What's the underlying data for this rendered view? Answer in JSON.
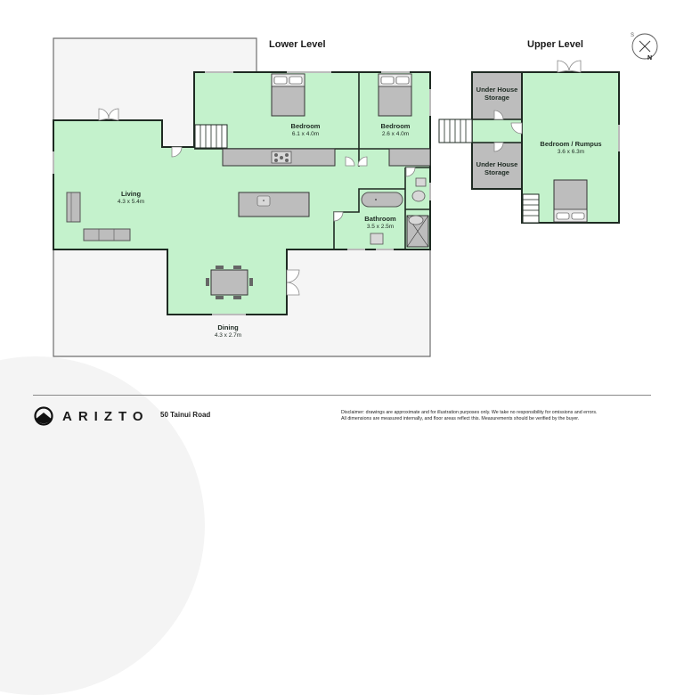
{
  "levels": {
    "lower": {
      "title": "Lower Level"
    },
    "upper": {
      "title": "Upper Level"
    }
  },
  "rooms": {
    "bedroom1": {
      "name": "Bedroom",
      "dims": "6.1 x 4.0m"
    },
    "bedroom2": {
      "name": "Bedroom",
      "dims": "2.6 x 4.0m"
    },
    "living": {
      "name": "Living",
      "dims": "4.3 x 5.4m"
    },
    "bathroom": {
      "name": "Bathroom",
      "dims": "3.5 x 2.5m"
    },
    "dining": {
      "name": "Dining",
      "dims": "4.3 x 2.7m"
    },
    "storage_top": {
      "name_line1": "Under House",
      "name_line2": "Storage"
    },
    "storage_bottom": {
      "name_line1": "Under House",
      "name_line2": "Storage"
    },
    "rumpus": {
      "name": "Bedroom / Rumpus",
      "dims": "3.6 x 6.3m"
    }
  },
  "compass": {
    "north": "N",
    "south": "S"
  },
  "footer": {
    "brand": "ARIZTO",
    "address": "50 Tainui Road",
    "disclaimer_line1": "Disclaimer: drawings are approximate and for illustration purposes only. We take no responsibility for omissions and errors.",
    "disclaimer_line2": "All dimensions are measured internally, and floor areas reflect this. Measurements should be verified by the buyer."
  },
  "colors": {
    "room_fill": "#c4f2cc",
    "deck_fill": "#f5f5f5",
    "storage_fill": "#bdbdbd",
    "fixture_fill": "#bdbdbd",
    "wall": "#1e2a22"
  }
}
